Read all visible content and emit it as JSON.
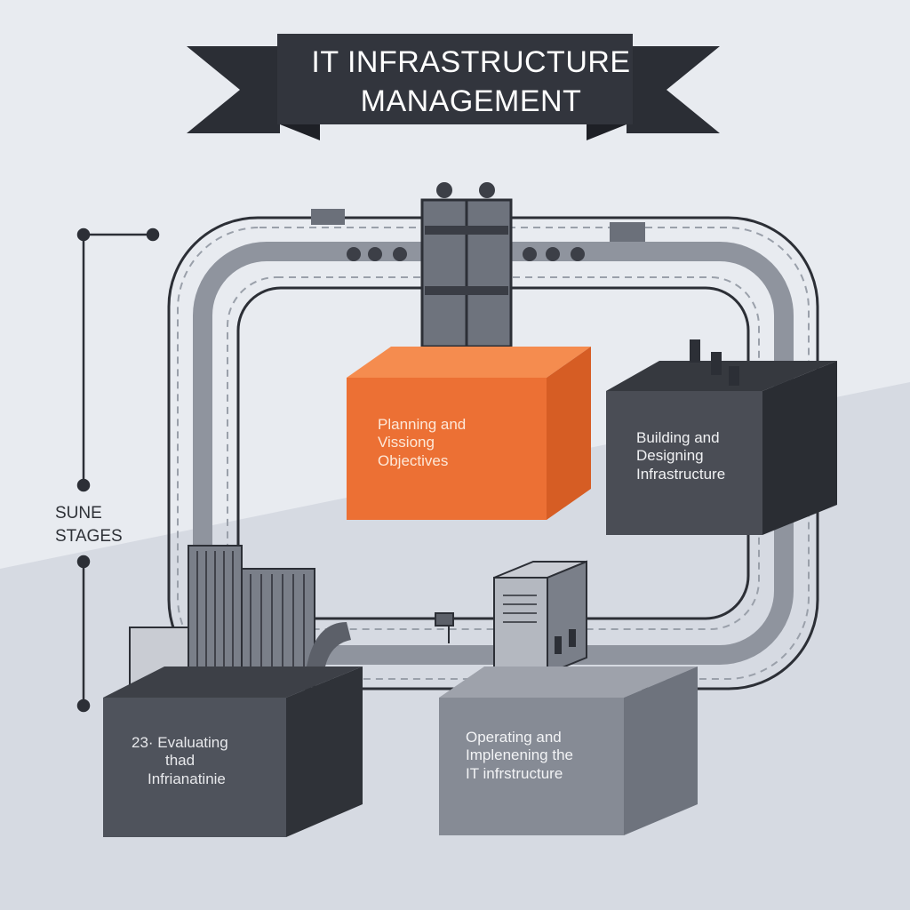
{
  "title": {
    "line1": "IT INFRASTRUCTURE",
    "line2": "MANAGEMENT"
  },
  "side_label": {
    "line1": "SUNE",
    "line2": "STAGES"
  },
  "stages": [
    {
      "id": "planning",
      "lines": [
        "Planning and",
        "Vissiong",
        "Objectives"
      ],
      "color": "#ec7034"
    },
    {
      "id": "building",
      "lines": [
        "Building and",
        "Designing",
        "Infrastructure"
      ],
      "color": "#4a4d55"
    },
    {
      "id": "operating",
      "lines": [
        "Operating and",
        "Implenening the",
        "IT infrstructure"
      ],
      "color": "#868b95"
    },
    {
      "id": "evaluating",
      "lines": [
        "23· Evaluating",
        "thad",
        "Infrianatinie"
      ],
      "color": "#4f535c"
    }
  ],
  "colors": {
    "background": "#e6e9ee",
    "banner": "#32353d",
    "track": "#8a8f99",
    "accent": "#ec7034"
  }
}
